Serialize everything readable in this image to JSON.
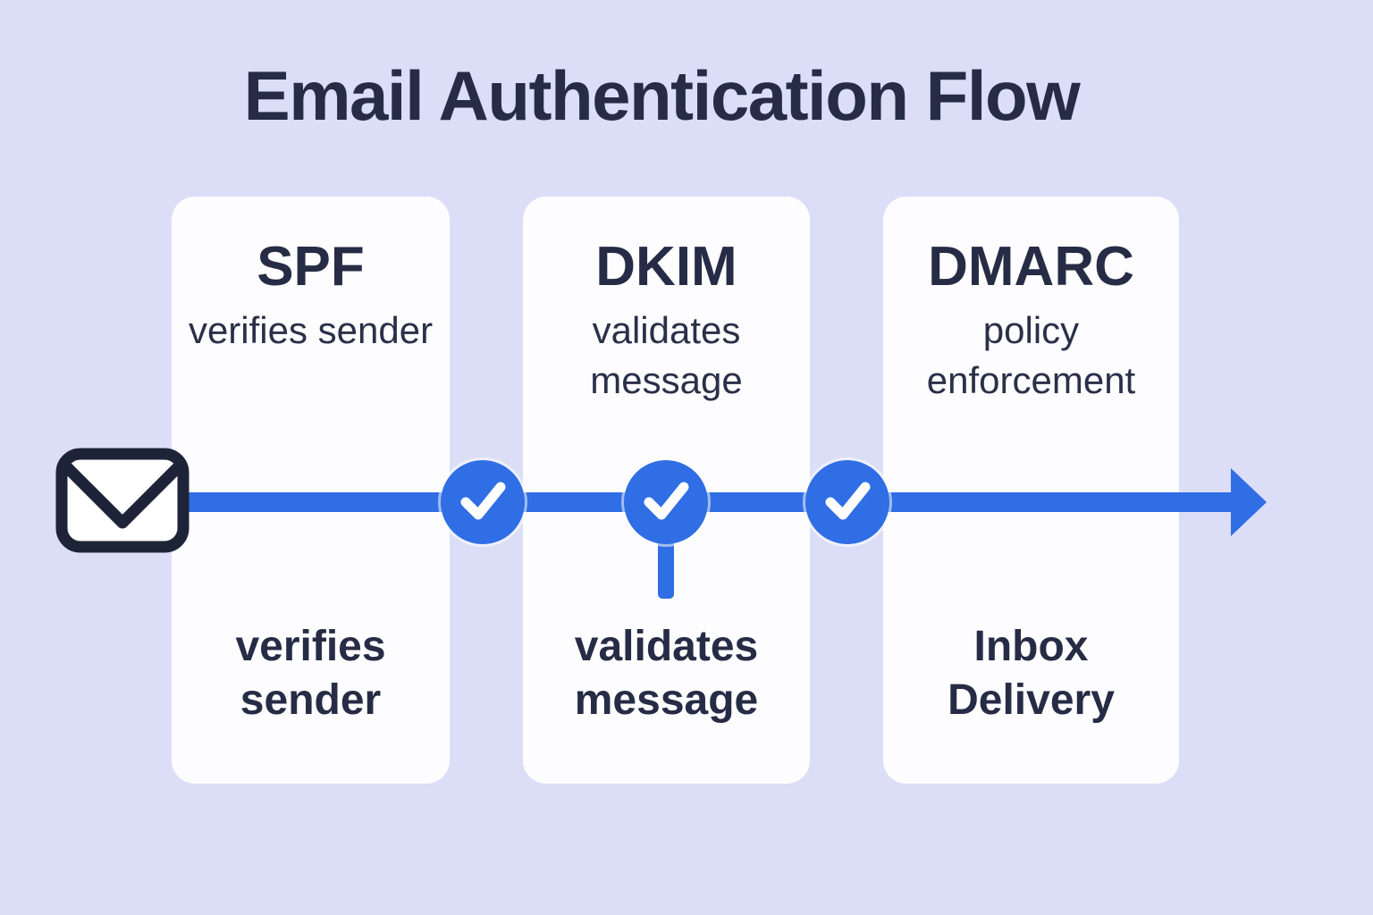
{
  "title": "Email Authentication Flow",
  "colors": {
    "background": "#dcdef7",
    "card": "#fdfdff",
    "text_navy": "#262c45",
    "accent_blue": "#2f6ee4",
    "check_white": "#ffffff",
    "envelope_stroke": "#1e2438"
  },
  "flow": {
    "start_icon": "envelope-icon",
    "end_icon": "arrow-right-icon",
    "checkpoint_icon": "check-icon",
    "steps": [
      {
        "heading": "SPF",
        "subtitle": "verifies sender",
        "result": "verifies sender"
      },
      {
        "heading": "DKIM",
        "subtitle": "validates message",
        "result": "validates message"
      },
      {
        "heading": "DMARC",
        "subtitle": "policy enforcement",
        "result": "Inbox Delivery"
      }
    ]
  }
}
